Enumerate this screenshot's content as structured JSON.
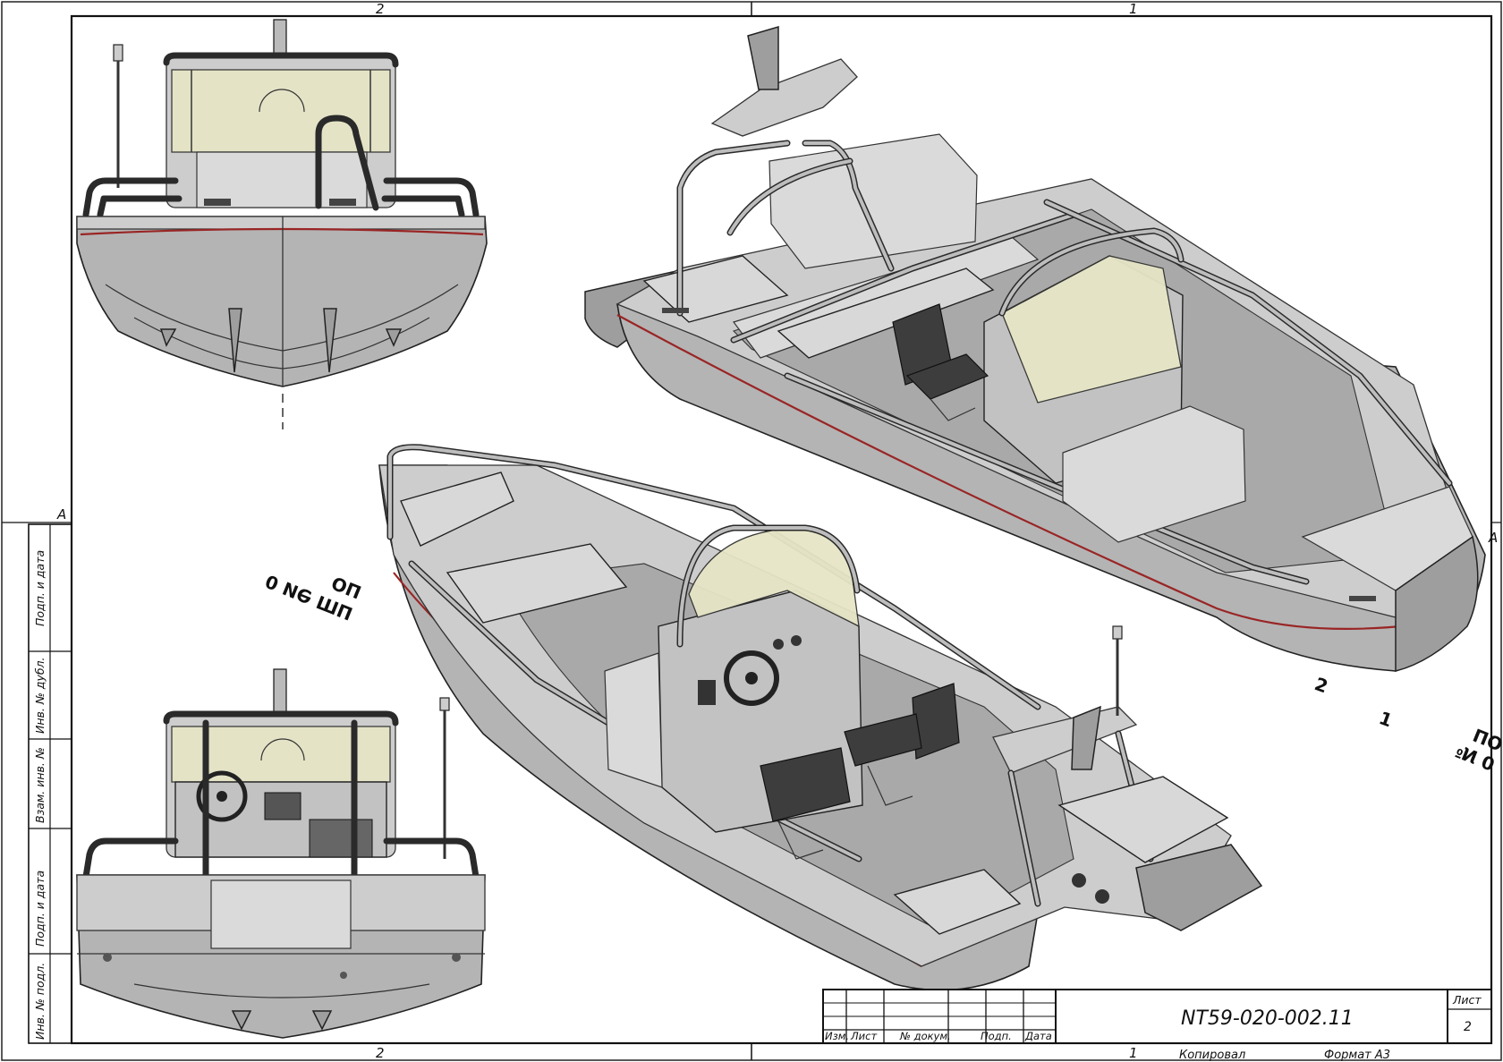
{
  "frame": {
    "top_zones": [
      "2",
      "1"
    ],
    "bottom_zones": [
      "2",
      "1"
    ],
    "side_zone_left": "A",
    "side_zone_right": "A"
  },
  "side_strip": [
    "Подп. и дата",
    "Инв. № дубл.",
    "Взам. инв. №",
    "Подп. и дата",
    "Инв. № подл."
  ],
  "title_block": {
    "document_number": "NT59-020-002.11",
    "sheet_label": "Лист",
    "sheet_number": "2",
    "columns": [
      "Изм.",
      "Лист",
      "№ докум.",
      "Подп.",
      "Дата"
    ],
    "copied_label": "Копировал",
    "format_label": "Формат A3"
  },
  "view_labels": {
    "mirrored_left_line1": "ПО",
    "mirrored_left_line2": "ПШ ӘИ 0",
    "mirrored_right_line1": "ОП",
    "mirrored_right_line2": "0 №",
    "callout_2": "2",
    "callout_1": "1"
  },
  "colors": {
    "hull_gray": "#b4b4b4",
    "deck_gray": "#cdcdcd",
    "rail_dark": "#2a2a2a",
    "windshield": "#e6e5c6",
    "red_stripe": "#9a2525",
    "seat_dark": "#3d3d3d"
  }
}
